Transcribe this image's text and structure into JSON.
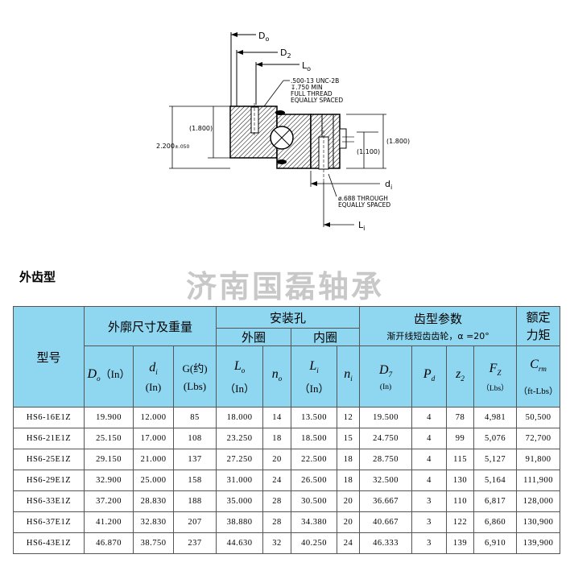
{
  "drawing": {
    "labels": {
      "D_o": "D",
      "D_o_sub": "o",
      "D_2": "D",
      "D_2_sub": "2",
      "L_o": "L",
      "L_o_sub": "o",
      "thread_1": ".500-13 UNC-2B",
      "thread_2": "↧.750 MIN",
      "thread_3": "FULL THREAD",
      "thread_4": "EQUALLY SPACED",
      "height_total": "2.200",
      "height_total_tol": "±.050",
      "height_left": "(1.800)",
      "height_right": "(1.800)",
      "height_inner": "(1.100)",
      "d_i": "d",
      "d_i_sub": "i",
      "hole_1": "ø.688 THROUGH",
      "hole_2": "EQUALLY SPACED",
      "L_i": "L",
      "L_i_sub": "i"
    }
  },
  "section_title": "外齿型",
  "watermark": "济南国磊轴承",
  "table": {
    "header": {
      "model": "型号",
      "outline": "外廓尺寸及重量",
      "mount": "安装孔",
      "outer_ring": "外圈",
      "inner_ring": "内圈",
      "gear": "齿型参数",
      "gear_sub": "渐开线短齿齿轮，α =20°",
      "torque_1": "额定",
      "torque_2": "力矩",
      "do_sym": "D",
      "do_sub": "o",
      "do_unit": "（In）",
      "di_sym": "d",
      "di_sub": "i",
      "di_unit": "(In)",
      "g_label": "G(约)",
      "g_unit": "(Lbs)",
      "lo_sym": "L",
      "lo_sub": "o",
      "lo_unit": "（In）",
      "no_sym": "n",
      "no_sub": "o",
      "li_sym": "L",
      "li_sub": "i",
      "li_unit": "（In）",
      "ni_sym": "n",
      "ni_sub": "i",
      "d7_sym": "D",
      "d7_sub": "7",
      "d7_unit": "(In)",
      "pd_sym": "P",
      "pd_sub": "d",
      "z2_sym": "z",
      "z2_sub": "2",
      "fz_sym": "F",
      "fz_sub": "Z",
      "fz_unit": "（Lbs）",
      "crm_sym": "C",
      "crm_sub": "rm",
      "crm_unit": "（ft-Lbs）"
    },
    "rows": [
      [
        "HS6-16E1Z",
        "19.900",
        "12.000",
        "85",
        "18.000",
        "14",
        "13.500",
        "12",
        "19.500",
        "4",
        "78",
        "4,981",
        "50,500"
      ],
      [
        "HS6-21E1Z",
        "25.150",
        "17.000",
        "108",
        "23.250",
        "18",
        "18.500",
        "15",
        "24.750",
        "4",
        "99",
        "5,076",
        "72,700"
      ],
      [
        "HS6-25E1Z",
        "29.150",
        "21.000",
        "137",
        "27.250",
        "20",
        "22.500",
        "18",
        "28.750",
        "4",
        "115",
        "5,127",
        "91,800"
      ],
      [
        "HS6-29E1Z",
        "32.900",
        "25.000",
        "158",
        "31.000",
        "24",
        "26.500",
        "18",
        "32.500",
        "4",
        "130",
        "5,164",
        "111,900"
      ],
      [
        "HS6-33E1Z",
        "37.200",
        "28.830",
        "188",
        "35.000",
        "28",
        "30.500",
        "20",
        "36.667",
        "3",
        "110",
        "6,817",
        "128,000"
      ],
      [
        "HS6-37E1Z",
        "41.200",
        "32.830",
        "207",
        "38.880",
        "28",
        "34.380",
        "20",
        "40.667",
        "3",
        "122",
        "6,860",
        "130,900"
      ],
      [
        "HS6-43E1Z",
        "46.870",
        "38.750",
        "237",
        "44.630",
        "32",
        "40.250",
        "24",
        "46.333",
        "3",
        "139",
        "6,910",
        "139,900"
      ]
    ]
  }
}
